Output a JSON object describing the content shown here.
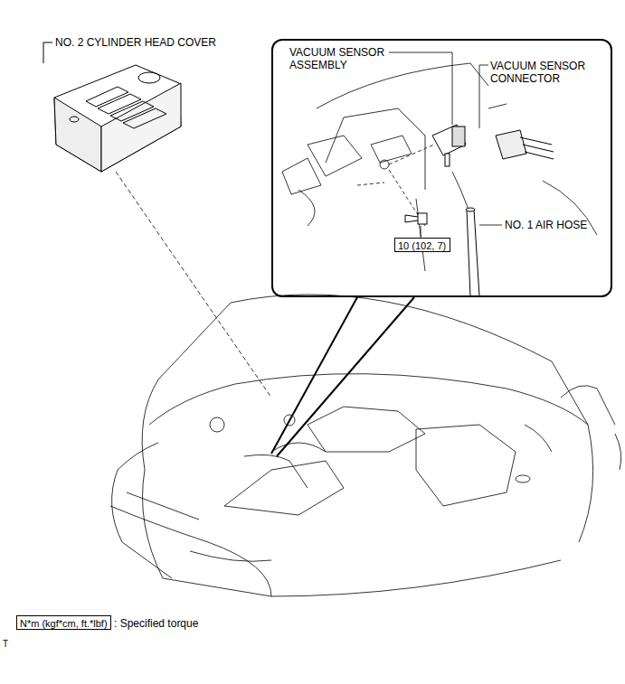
{
  "diagram": {
    "nodes": [
      {
        "text": [
          "VACUUM SENSOR ASSEMBLY",
          "VACUUM SENSOR CONNECTOR",
          "NO. 1 AIR HOSE"
        ]
      },
      {
        "text": [
          "10 (102, 7)"
        ],
        "in": 0
      },
      {
        "text": [
          "N*m (kgf*cm, ft.*lbf)"
        ]
      }
    ],
    "labels": [
      "NO. 2 CYLINDER HEAD COVER",
      "T"
    ],
    "legend": [
      {
        "text": ": Specified torque"
      }
    ]
  }
}
